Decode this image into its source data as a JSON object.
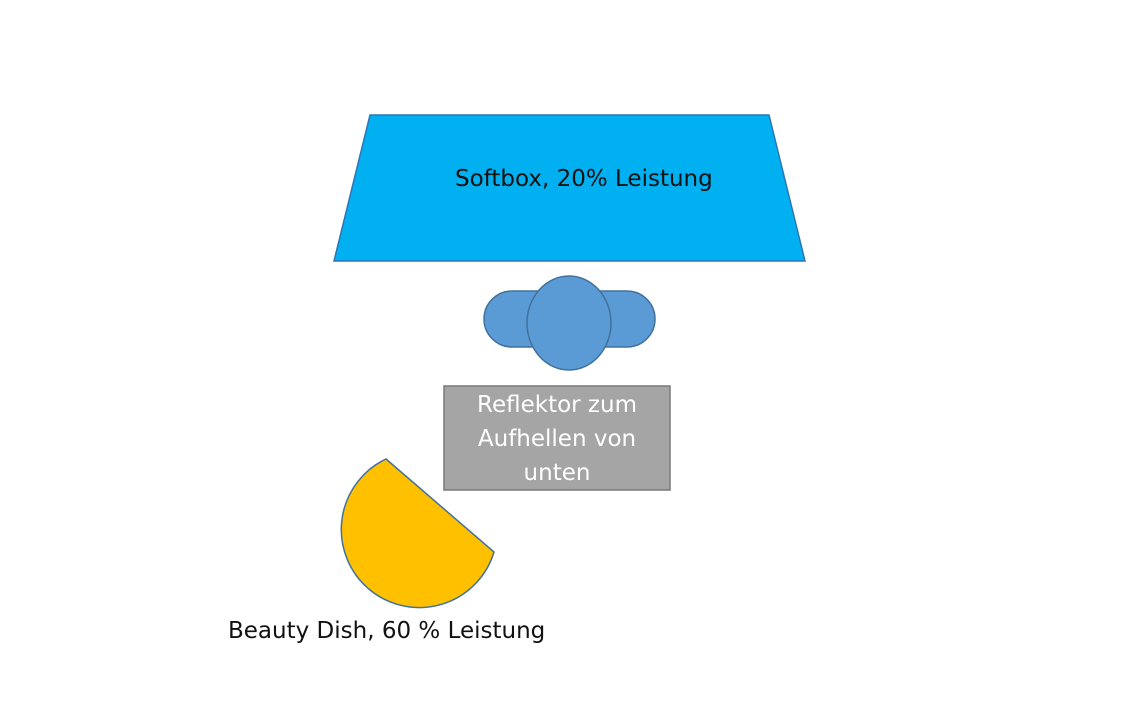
{
  "diagram": {
    "softbox": {
      "label": "Softbox, 20% Leistung",
      "fill": "#00b0f0",
      "stroke": "#2e75b6"
    },
    "subject": {
      "fill": "#5b9bd5",
      "stroke": "#41719c"
    },
    "reflector": {
      "label": "Reflektor zum Aufhellen von unten",
      "fill": "#a5a5a5",
      "stroke": "#787878",
      "text_color": "#ffffff"
    },
    "beauty_dish": {
      "label": "Beauty Dish, 60 % Leistung",
      "fill": "#ffc000",
      "stroke": "#41719c"
    }
  }
}
